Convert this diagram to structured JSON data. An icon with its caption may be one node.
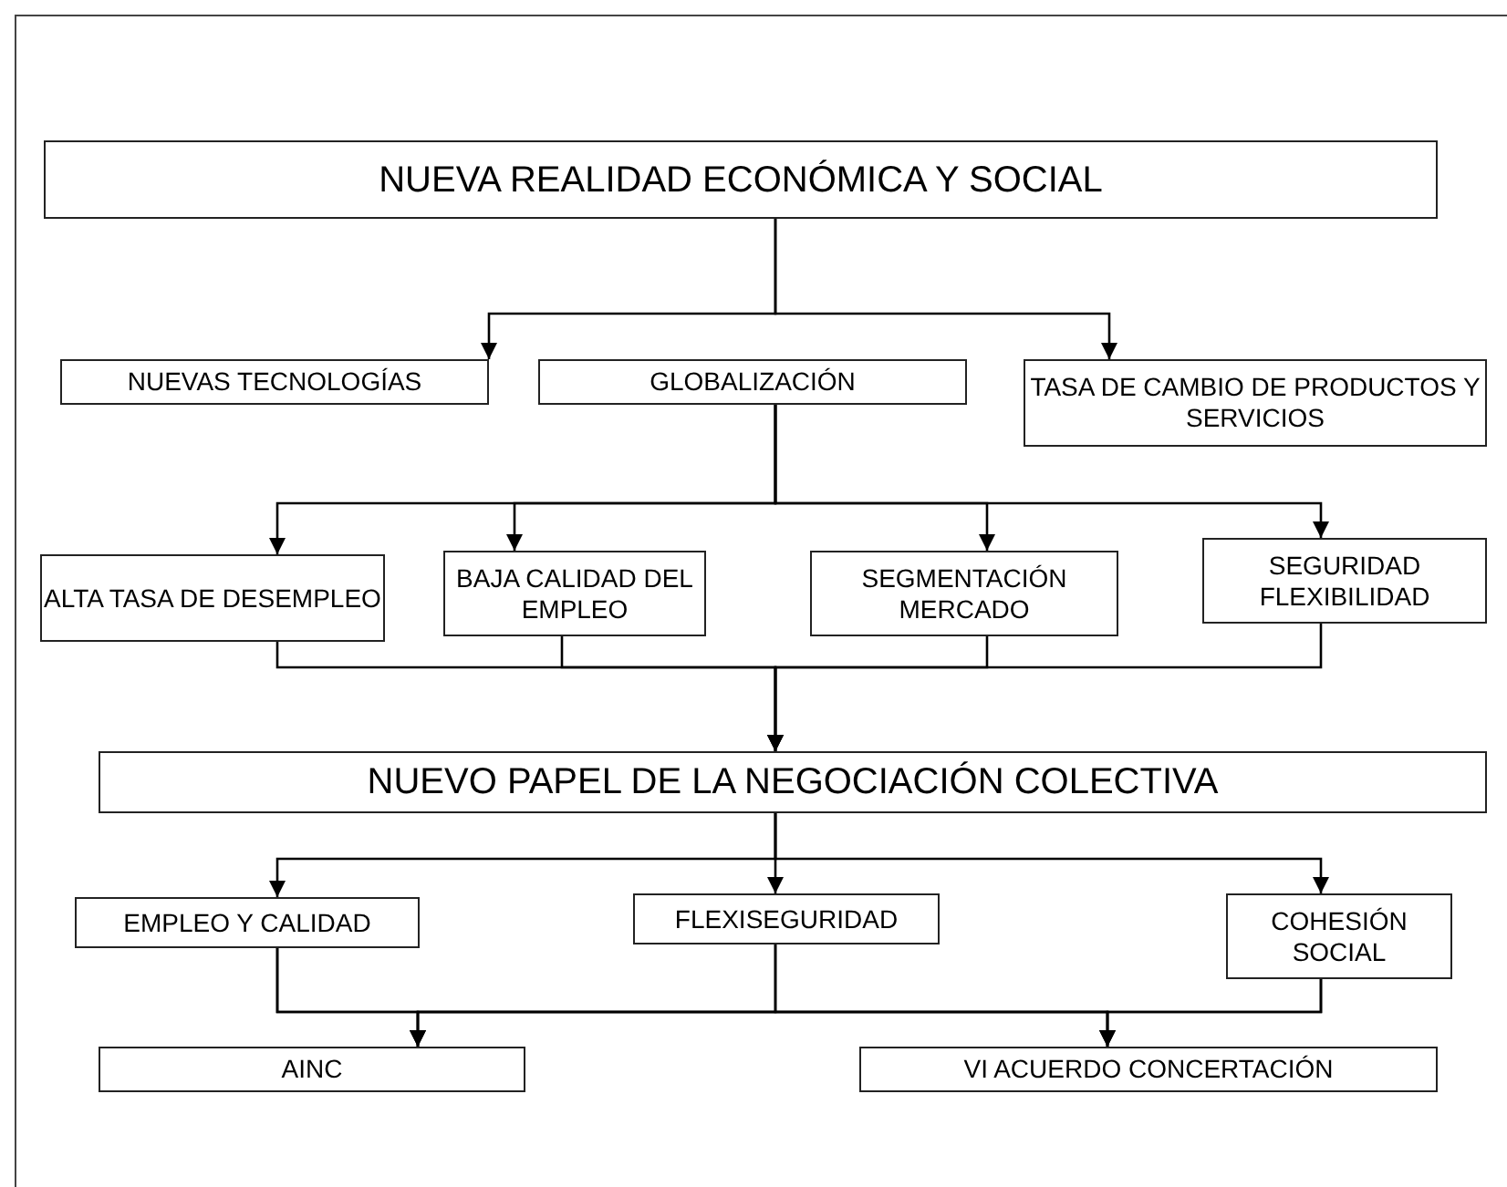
{
  "diagram": {
    "nodes": [
      {
        "text": [
          "NUEVA REALIDAD ECONÓMICA Y SOCIAL"
        ]
      },
      {
        "text": [
          "NUEVAS TECNOLOGÍAS"
        ]
      },
      {
        "text": [
          "GLOBALIZACIÓN"
        ]
      },
      {
        "text": [
          "TASA DE CAMBIO DE PRODUCTOS Y SERVICIOS"
        ]
      },
      {
        "text": [
          "ALTA TASA DE DESEMPLEO"
        ]
      },
      {
        "text": [
          "BAJA CALIDAD DEL EMPLEO"
        ]
      },
      {
        "text": [
          "SEGMENTACIÓN MERCADO"
        ]
      },
      {
        "text": [
          "SEGURIDAD FLEXIBILIDAD"
        ]
      },
      {
        "text": [
          "NUEVO PAPEL DE LA NEGOCIACIÓN COLECTIVA"
        ]
      },
      {
        "text": [
          "EMPLEO Y CALIDAD"
        ]
      },
      {
        "text": [
          "FLEXISEGURIDAD"
        ]
      },
      {
        "text": [
          "COHESIÓN SOCIAL"
        ]
      },
      {
        "text": [
          "AINC"
        ]
      },
      {
        "text": [
          "VI ACUERDO CONCERTACIÓN"
        ]
      }
    ],
    "edges": [
      {
        "from": 0,
        "to": 1,
        "arrow": "to"
      },
      {
        "from": 0,
        "to": 3,
        "arrow": "to"
      },
      {
        "from": 2,
        "to": 4,
        "arrow": "to"
      },
      {
        "from": 2,
        "to": 5,
        "arrow": "to"
      },
      {
        "from": 2,
        "to": 6,
        "arrow": "to"
      },
      {
        "from": 2,
        "to": 7,
        "arrow": "to"
      },
      {
        "from": 4,
        "to": 8,
        "arrow": "to"
      },
      {
        "from": 5,
        "to": 8,
        "arrow": "to"
      },
      {
        "from": 6,
        "to": 8,
        "arrow": "to"
      },
      {
        "from": 7,
        "to": 8,
        "arrow": "to"
      },
      {
        "from": 8,
        "to": 9,
        "arrow": "to"
      },
      {
        "from": 8,
        "to": 10,
        "arrow": "to"
      },
      {
        "from": 8,
        "to": 11,
        "arrow": "to"
      },
      {
        "from": 9,
        "to": 12,
        "arrow": "to"
      },
      {
        "from": 9,
        "to": 13,
        "arrow": "to"
      },
      {
        "from": 10,
        "to": 12,
        "arrow": "to"
      },
      {
        "from": 10,
        "to": 13,
        "arrow": "to"
      },
      {
        "from": 11,
        "to": 12,
        "arrow": "to"
      },
      {
        "from": 11,
        "to": 13,
        "arrow": "to"
      }
    ]
  }
}
